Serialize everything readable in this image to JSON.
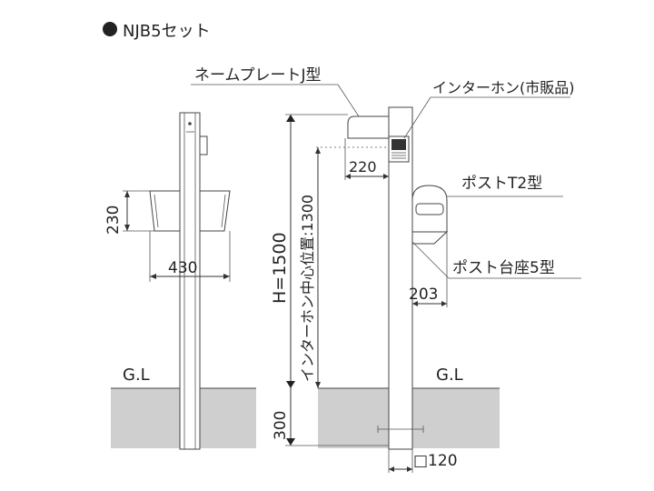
{
  "title": "NJB5セット",
  "labels": {
    "nameplate": "ネームプレートJ型",
    "intercom": "インターホン(市販品)",
    "post": "ポストT2型",
    "post_base": "ポスト台座5型",
    "ground_left": "G.L",
    "ground_right": "G.L"
  },
  "dimensions": {
    "d230": "230",
    "d430": "430",
    "height": "H=1500",
    "intercom_center": "インターホン中心位置:1300",
    "d220": "220",
    "d203": "203",
    "d300": "300",
    "d120": "□120"
  },
  "colors": {
    "ground": "#cfcfcf",
    "line": "#444444"
  }
}
